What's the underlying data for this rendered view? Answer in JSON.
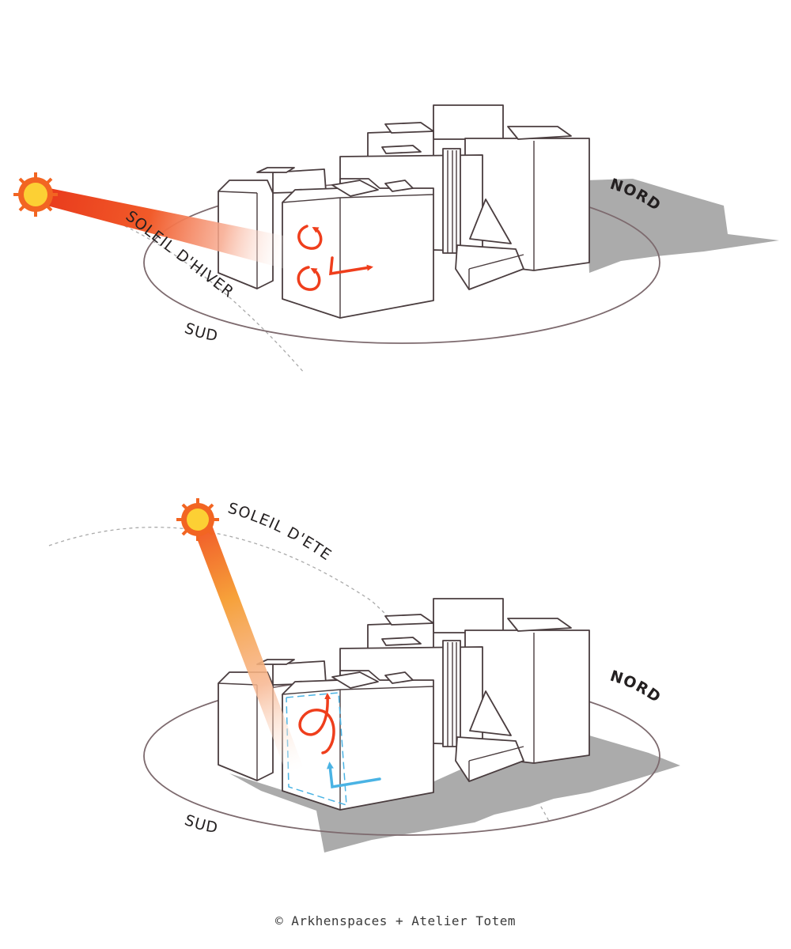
{
  "winter": {
    "sun_label": "SOLEIL D'HIVER",
    "north_label": "NORD",
    "south_label": "SUD"
  },
  "summer": {
    "sun_label": "SOLEIL D'ETE",
    "north_label": "NORD",
    "south_label": "SUD"
  },
  "credit": "© Arkhenspaces + Atelier Totem",
  "colors": {
    "sun_fill": "#fcd034",
    "sun_rays": "#f26522",
    "beam_red": "#e8381b",
    "airflow_red": "#ef3e1c",
    "airflow_blue": "#4ab3e4",
    "shadow": "#ababab"
  }
}
